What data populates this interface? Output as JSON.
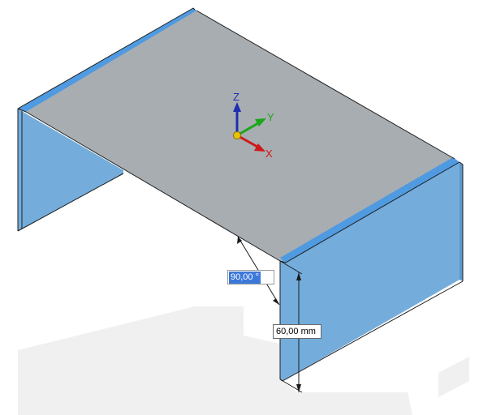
{
  "triad": {
    "z_label": "Z",
    "y_label": "Y",
    "x_label": "X"
  },
  "dimensions": {
    "angle": {
      "value": "90,00 °"
    },
    "length": {
      "value": "60,00 mm"
    }
  },
  "colors": {
    "top_face": "#a8adb1",
    "side_face": "#74addc",
    "bend_edge": "#4f9ae0",
    "shadow": "#f0f0f0",
    "edge": "#1e1e1e",
    "axis_z": "#1c2fb3",
    "axis_y": "#19a619",
    "axis_x": "#d01818",
    "origin": "#e8c400",
    "selection": "#3c78d8"
  }
}
